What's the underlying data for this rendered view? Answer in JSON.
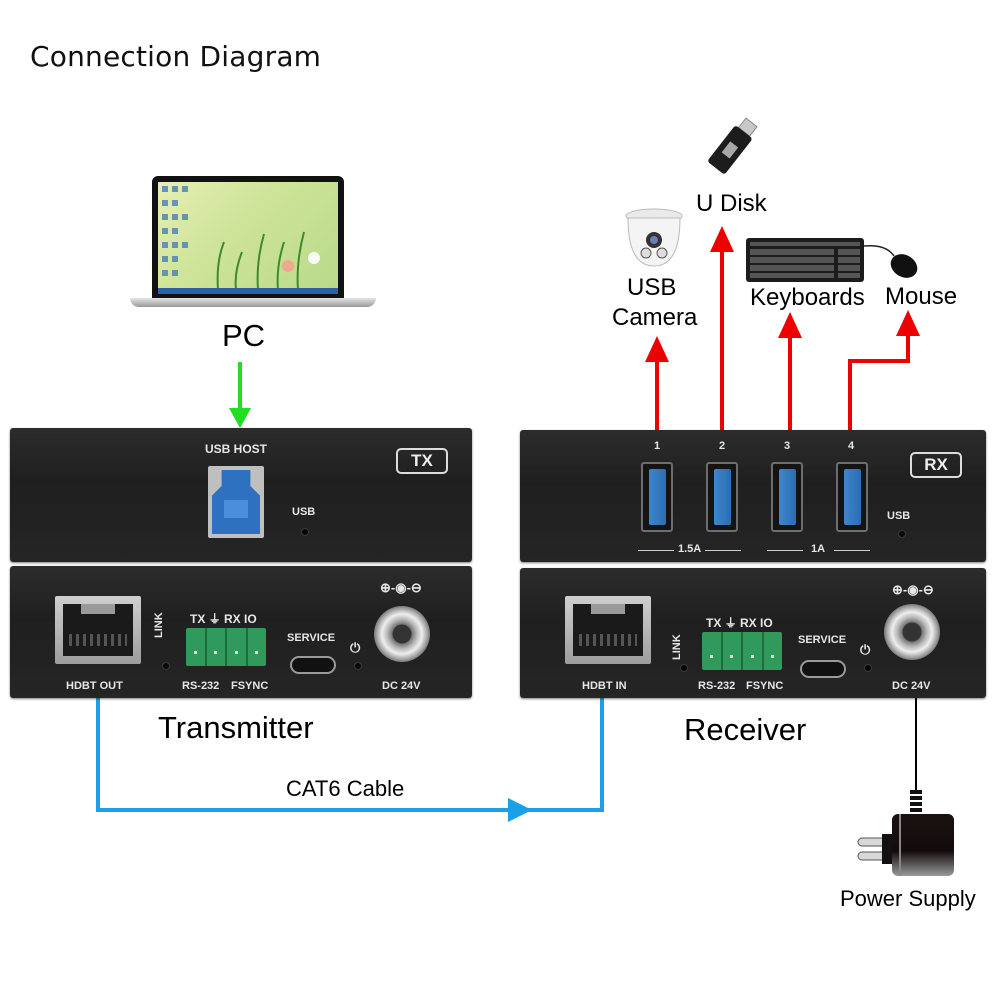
{
  "title": "Connection Diagram",
  "colors": {
    "host_link": "#22dd22",
    "usb_links": "#ee0000",
    "cat6_link": "#1aa0e6",
    "power_link": "#000000",
    "device_panel": "#222222",
    "usb_port_blue": "#3f86cc",
    "terminal_green": "#2f9a5c"
  },
  "pc": {
    "label": "PC",
    "icon": "laptop-icon"
  },
  "transmitter": {
    "label": "Transmitter",
    "badge": "TX",
    "top_panel": {
      "usb_host_label": "USB HOST",
      "usb_led_label": "USB"
    },
    "rear_panel": {
      "hdbt_label": "HDBT OUT",
      "link_label": "LINK",
      "terminal_top_label": "TX ⏚ RX IO",
      "terminal_left_label": "RS-232",
      "terminal_right_label": "FSYNC",
      "service_label": "SERVICE",
      "power_symbol": "⏻",
      "polarity_label": "⊕-◉-⊖",
      "dc_label": "DC 24V"
    }
  },
  "receiver": {
    "label": "Receiver",
    "badge": "RX",
    "top_panel": {
      "ports": [
        {
          "number": "1",
          "device": "USB Camera"
        },
        {
          "number": "2",
          "device": "U Disk"
        },
        {
          "number": "3",
          "device": "Keyboards"
        },
        {
          "number": "4",
          "device": "Mouse"
        }
      ],
      "current_group_1": "1.5A",
      "current_group_2": "1A",
      "usb_led_label": "USB"
    },
    "rear_panel": {
      "hdbt_label": "HDBT IN",
      "link_label": "LINK",
      "terminal_top_label": "TX ⏚ RX IO",
      "terminal_left_label": "RS-232",
      "terminal_right_label": "FSYNC",
      "service_label": "SERVICE",
      "power_symbol": "⏻",
      "polarity_label": "⊕-◉-⊖",
      "dc_label": "DC 24V"
    }
  },
  "devices": {
    "camera": {
      "label_line1": "USB",
      "label_line2": "Camera"
    },
    "udisk": {
      "label": "U Disk"
    },
    "keyboard": {
      "label": "Keyboards"
    },
    "mouse": {
      "label": "Mouse"
    },
    "power_supply": {
      "label": "Power Supply"
    }
  },
  "cable": {
    "label": "CAT6 Cable"
  }
}
